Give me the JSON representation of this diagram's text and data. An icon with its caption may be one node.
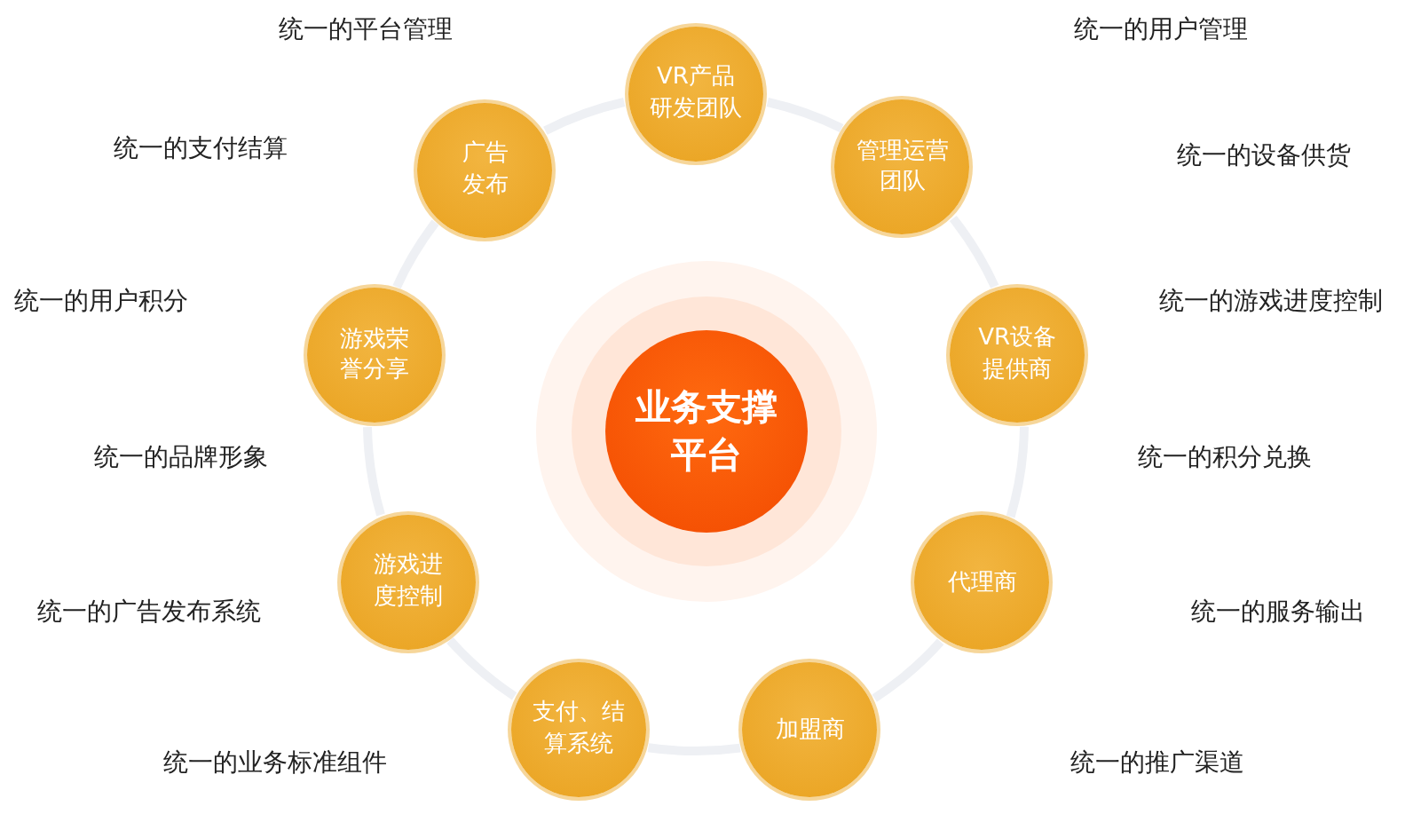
{
  "diagram": {
    "nodes": [
      {
        "text": [
          "业务支撑平台"
        ]
      },
      {
        "text": [
          "VR产品研发团队"
        ]
      },
      {
        "text": [
          "管理运营团队"
        ]
      },
      {
        "text": [
          "VR设备提供商"
        ]
      },
      {
        "text": [
          "代理商"
        ]
      },
      {
        "text": [
          "加盟商"
        ]
      },
      {
        "text": [
          "支付、结算系统"
        ]
      },
      {
        "text": [
          "游戏进度控制"
        ]
      },
      {
        "text": [
          "游戏荣誉分享"
        ]
      },
      {
        "text": [
          "广告发布"
        ]
      }
    ],
    "edges": [
      {
        "from": 1,
        "to": 2,
        "arrow": "none"
      },
      {
        "from": 2,
        "to": 3,
        "arrow": "none"
      },
      {
        "from": 3,
        "to": 4,
        "arrow": "none"
      },
      {
        "from": 4,
        "to": 5,
        "arrow": "none"
      },
      {
        "from": 5,
        "to": 6,
        "arrow": "none"
      },
      {
        "from": 6,
        "to": 7,
        "arrow": "none"
      },
      {
        "from": 7,
        "to": 8,
        "arrow": "none"
      },
      {
        "from": 8,
        "to": 9,
        "arrow": "none"
      },
      {
        "from": 9,
        "to": 1,
        "arrow": "none"
      }
    ],
    "labels": [
      "统一的平台管理",
      "统一的用户管理",
      "统一的支付结算",
      "统一的设备供货",
      "统一的用户积分",
      "统一的游戏进度控制",
      "统一的品牌形象",
      "统一的积分兑换",
      "统一的广告发布系统",
      "统一的服务输出",
      "统一的业务标准组件",
      "统一的推广渠道"
    ]
  }
}
